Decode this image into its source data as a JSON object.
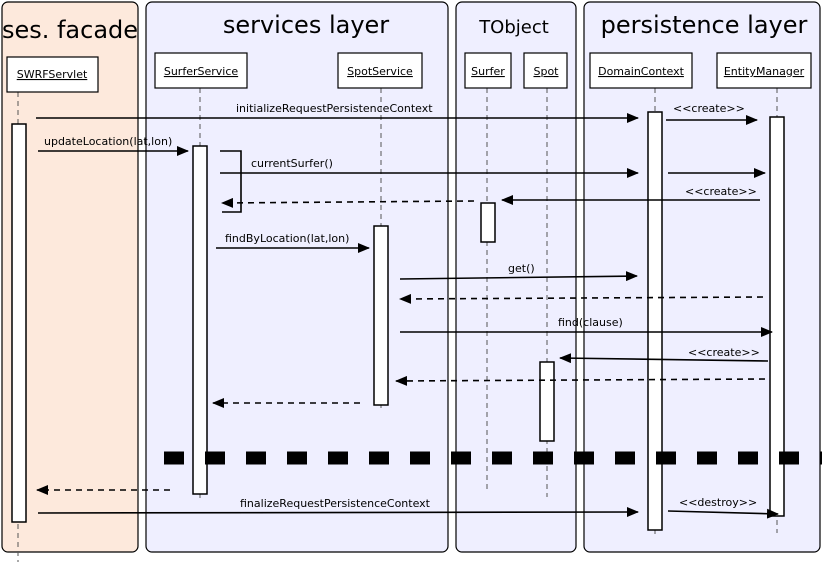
{
  "lanes": {
    "facade": "ses. facade",
    "services": "services layer",
    "tobject": "TObject",
    "persistence": "persistence layer"
  },
  "objects": {
    "swrf_servlet": "SWRFServlet",
    "surfer_service": "SurferService",
    "spot_service": "SpotService",
    "surfer": "Surfer",
    "spot": "Spot",
    "domain_context": "DomainContext",
    "entity_manager": "EntityManager"
  },
  "messages": {
    "init_ctx": "initializeRequestPersistenceContext",
    "create1": "<<create>>",
    "update_location": "updateLocation(lat,lon)",
    "current_surfer": "currentSurfer()",
    "create2": "<<create>>",
    "find_by_location": "findByLocation(lat,lon)",
    "get": "get()",
    "find": "find(clause)",
    "create3": "<<create>>",
    "finalize_ctx": "finalizeRequestPersistenceContext",
    "destroy": "<<destroy>>"
  },
  "colors": {
    "facade_bg": "#fde9dc",
    "layer_bg": "#efefff",
    "border": "#000000"
  }
}
